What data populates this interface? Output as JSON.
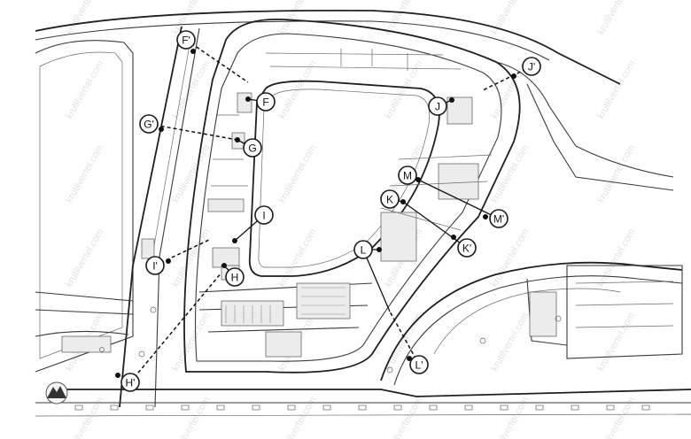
{
  "watermark_text": "krutilvertel.com",
  "callouts": [
    {
      "id": "F-prime",
      "label": "F'"
    },
    {
      "id": "F",
      "label": "F"
    },
    {
      "id": "G-prime",
      "label": "G'"
    },
    {
      "id": "G",
      "label": "G"
    },
    {
      "id": "I",
      "label": "I"
    },
    {
      "id": "I-prime",
      "label": "I'"
    },
    {
      "id": "H",
      "label": "H"
    },
    {
      "id": "H-prime",
      "label": "H'"
    },
    {
      "id": "J-prime",
      "label": "J'"
    },
    {
      "id": "J",
      "label": "J"
    },
    {
      "id": "M",
      "label": "M"
    },
    {
      "id": "M-prime",
      "label": "M'"
    },
    {
      "id": "K",
      "label": "K"
    },
    {
      "id": "K-prime",
      "label": "K'"
    },
    {
      "id": "L",
      "label": "L"
    },
    {
      "id": "L-prime",
      "label": "L'"
    }
  ],
  "colors": {
    "line": "#1a1a1a",
    "background": "#ffffff",
    "watermark": "#c9c9c9"
  },
  "icons": {
    "logo": "mountain-logo-icon"
  }
}
